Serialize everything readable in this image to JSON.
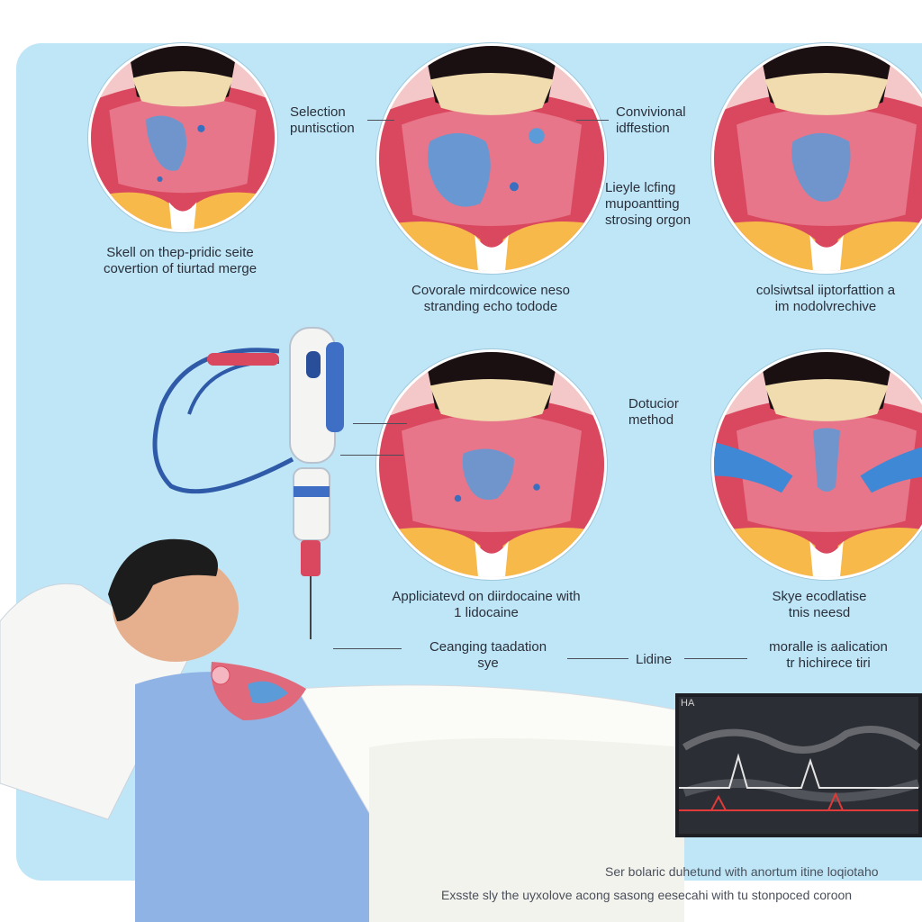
{
  "labels": {
    "selection": [
      "Selection",
      "puntisction"
    ],
    "convivional": [
      "Convivional",
      "idffestion"
    ],
    "liqyle": [
      "Lieyle lcfing",
      "mupoantting",
      "strosing orgon"
    ],
    "skell": [
      "Skell on thep-pridic seite",
      "covertion of tiurtad merge"
    ],
    "covorale": [
      "Covorale mirdcowice neso",
      "stranding echo todode"
    ],
    "colsiwtsal": [
      "colsiwtsal iiptorfattion a",
      "im nodolvrechive"
    ],
    "dotucior": [
      "Dotucior",
      "method"
    ],
    "applicia": [
      "Appliciatevd on diirdocaine with",
      "1 lidocaine"
    ],
    "skye": [
      "Skye ecodlatise",
      "tnis neesd"
    ],
    "ceanging": [
      "Ceanging taadation",
      "sye"
    ],
    "lidine": [
      "Lidine"
    ],
    "moralle": [
      "moralle is aalication",
      "tr hichirece tiri"
    ]
  },
  "footer": {
    "line1": "Ser bolaric duhetund with anortum itine loqiotaho",
    "line2": "Exsste sly the uyxolove acong sasong eesecahi with tu stonpoced coroon"
  },
  "monitor": {
    "corner_label": "HA"
  },
  "colors": {
    "panel": "#bfe6f7",
    "tissue": "#e05a6e",
    "bone": "#f0dcae",
    "fluid": "#5b9bd8",
    "glove": "#3f88d6"
  }
}
